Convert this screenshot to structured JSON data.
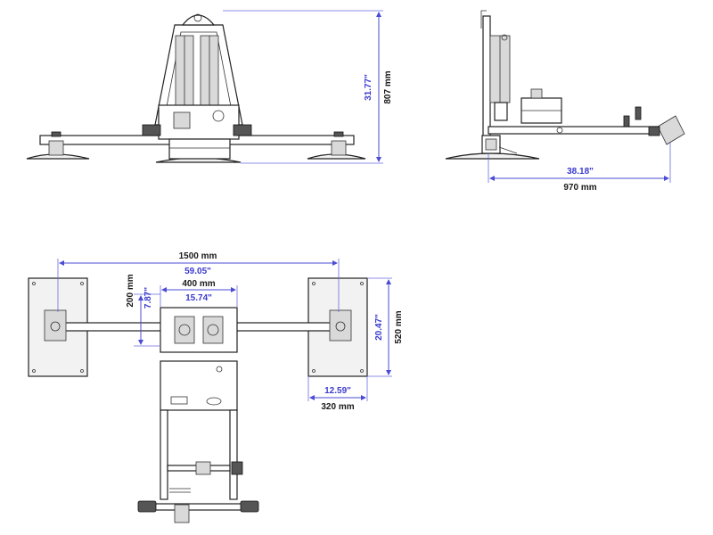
{
  "front_view": {
    "height_inch": "31.77\"",
    "height_mm": "807 mm"
  },
  "side_view": {
    "length_inch": "38.18\"",
    "length_mm": "970 mm"
  },
  "top_view": {
    "span_mm": "1500 mm",
    "span_inch": "59.05\"",
    "frame_width_mm": "400 mm",
    "frame_width_inch": "15.74\"",
    "beam_offset_mm": "200 mm",
    "beam_offset_inch": "7.87\"",
    "pad_height_inch": "20.47\"",
    "pad_height_mm": "520 mm",
    "pad_width_inch": "12.59\"",
    "pad_width_mm": "320 mm"
  },
  "colors": {
    "dimension_line": "#4b4bd6",
    "inch_text": "#3a3ad0",
    "mm_text": "#1a1a1a",
    "part_outline": "#222222"
  }
}
